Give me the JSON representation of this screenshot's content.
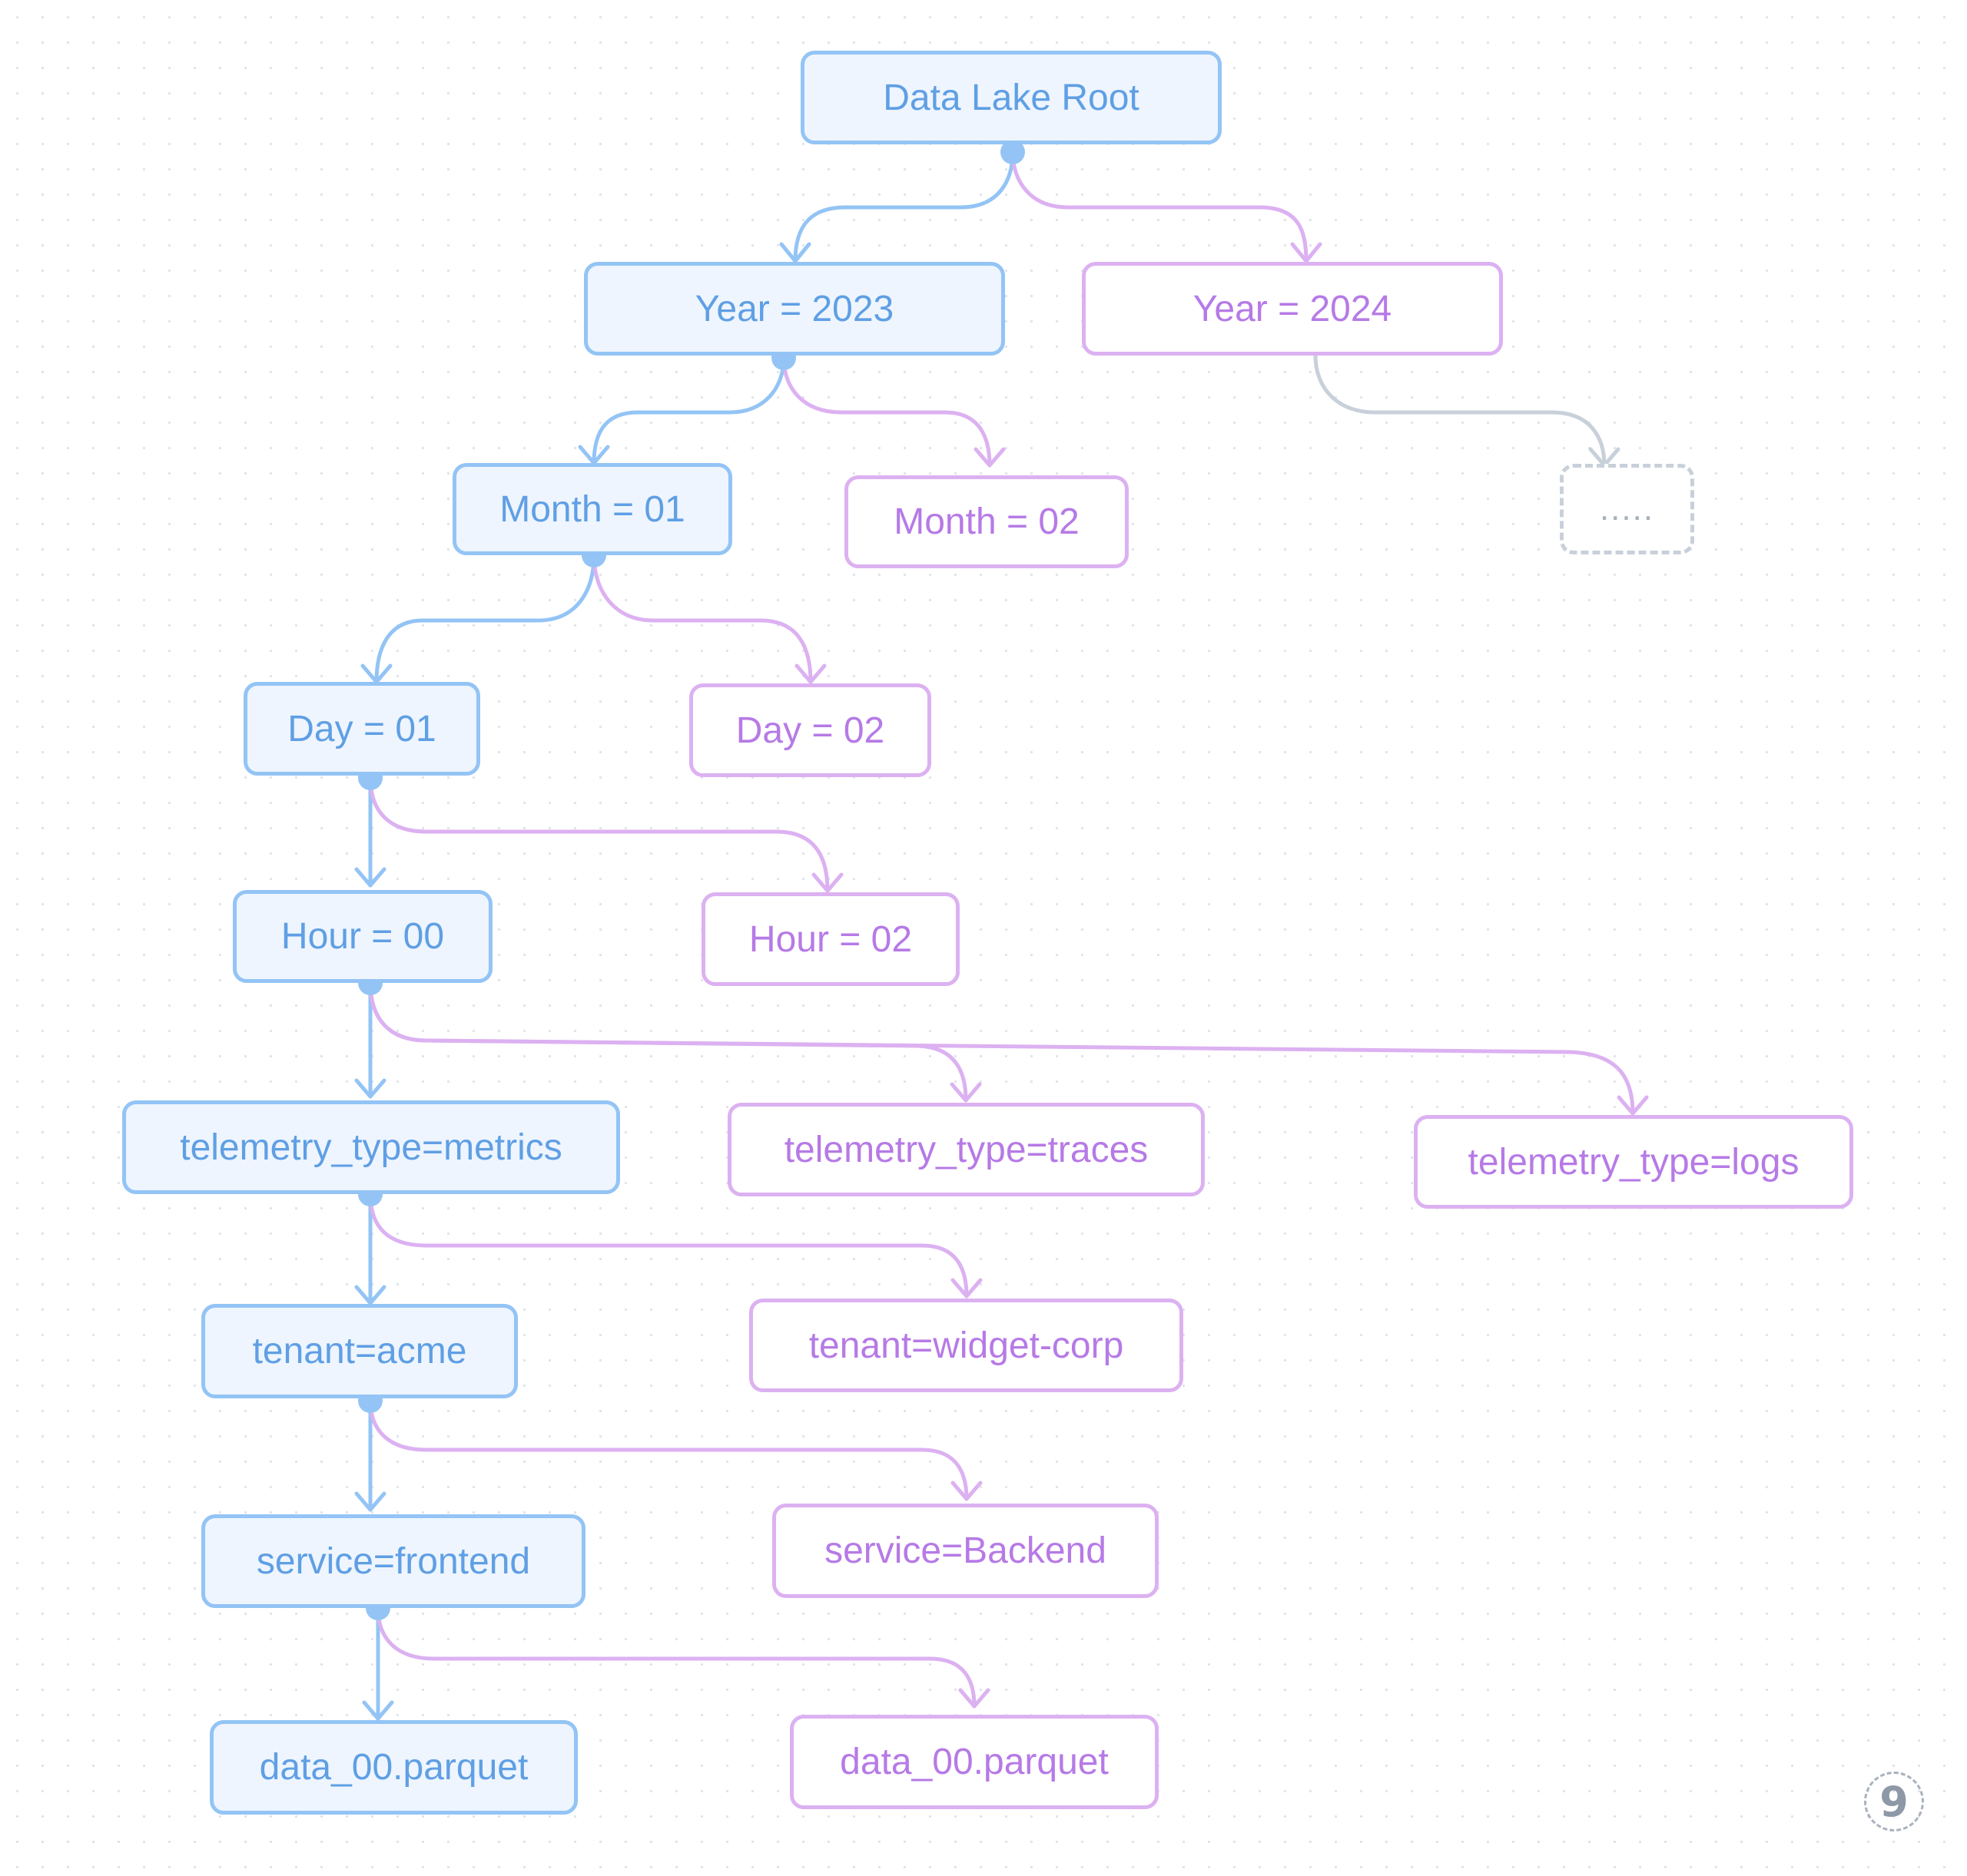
{
  "colors": {
    "active_border": "#93c4f5",
    "active_fill": "#eef5fe",
    "active_text": "#5f9fe4",
    "branch_border": "#dcb1f1",
    "branch_text": "#b67ae6",
    "collapsed_border": "#c8d0da"
  },
  "nodes": {
    "root": "Data Lake Root",
    "year_2023": "Year = 2023",
    "year_2024": "Year = 2024",
    "month_01": "Month = 01",
    "month_02": "Month = 02",
    "more": ".....",
    "day_01": "Day = 01",
    "day_02": "Day = 02",
    "hour_00": "Hour = 00",
    "hour_02": "Hour = 02",
    "telemetry_metrics": "telemetry_type=metrics",
    "telemetry_traces": "telemetry_type=traces",
    "telemetry_logs": "telemetry_type=logs",
    "tenant_acme": "tenant=acme",
    "tenant_widget": "tenant=widget-corp",
    "service_frontend": "service=frontend",
    "service_backend": "service=Backend",
    "file_active": "data_00.parquet",
    "file_branch": "data_00.parquet"
  },
  "page_badge": "9"
}
